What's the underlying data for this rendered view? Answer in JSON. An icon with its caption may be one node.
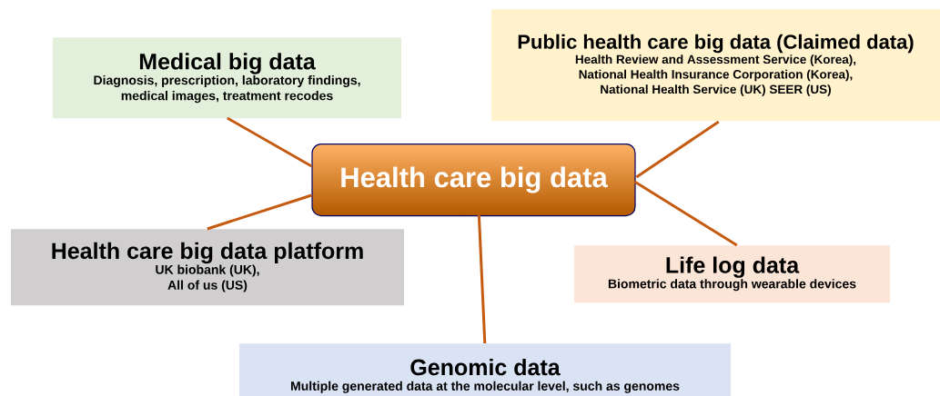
{
  "diagram": {
    "nodes": [
      {
        "text": [
          "Medical big data",
          "Diagnosis, prescription, laboratory findings, medical images, treatment recodes"
        ]
      },
      {
        "text": [
          "Public health care big data (Claimed data)",
          "Health Review and Assessment Service (Korea), National Health Insurance Corporation (Korea), National Health Service (UK) SEER (US)"
        ]
      },
      {
        "text": [
          "Health care big data"
        ]
      },
      {
        "text": [
          "Health care big data platform",
          "UK biobank (UK), All of us (US)"
        ]
      },
      {
        "text": [
          "Life log data",
          "Biometric data through wearable devices"
        ]
      },
      {
        "text": [
          "Genomic data",
          "Multiple generated data at the molecular level, such as genomes"
        ]
      }
    ],
    "edges": [
      {
        "from": 2,
        "to": 0,
        "arrow": "none"
      },
      {
        "from": 2,
        "to": 1,
        "arrow": "none"
      },
      {
        "from": 2,
        "to": 3,
        "arrow": "none"
      },
      {
        "from": 2,
        "to": 4,
        "arrow": "none"
      },
      {
        "from": 2,
        "to": 5,
        "arrow": "none"
      }
    ]
  }
}
